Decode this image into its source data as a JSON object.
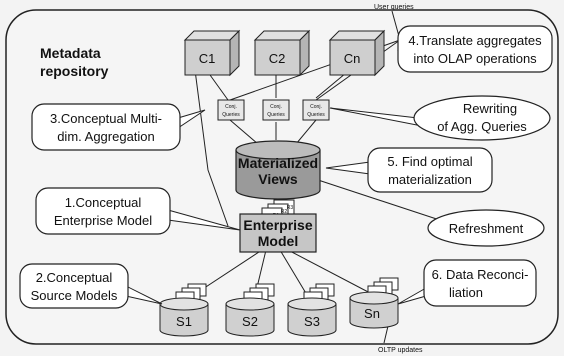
{
  "repository": {
    "title_line1": "Metadata",
    "title_line2": "repository"
  },
  "top_labels": {
    "user_queries": "User queries",
    "oltp_updates": "OLTP updates"
  },
  "cubes": [
    "C1",
    "C2",
    "Cn"
  ],
  "conj_queries": [
    {
      "line1": "Conj.",
      "line2": "Queries"
    },
    {
      "line1": "Conj.",
      "line2": "Queries"
    },
    {
      "line1": "Conj.",
      "line2": "Queries"
    }
  ],
  "materialized_views": {
    "line1": "Materialized",
    "line2": "Views"
  },
  "enterprise_model": {
    "line1": "Enterprise",
    "line2": "Model"
  },
  "sources": [
    "S1",
    "S2",
    "S3",
    "Sn"
  ],
  "callouts": {
    "translate": {
      "line1": "4.Translate aggregates",
      "line2": "into OLAP operations"
    },
    "aggregation": {
      "line1": "3.Conceptual Multi-",
      "line2": "dim. Aggregation"
    },
    "rewriting": {
      "line1": "Rewriting",
      "line2": "of Agg. Queries"
    },
    "optimal": {
      "line1": "5. Find optimal",
      "line2": "materialization"
    },
    "enterprise": {
      "line1": "1.Conceptual",
      "line2": "Enterprise Model"
    },
    "refreshment": "Refreshment",
    "source_models": {
      "line1": "2.Conceptual",
      "line2": "Source Models"
    },
    "reconciliation": {
      "line1": "6. Data Reconci-",
      "line2": "liation"
    }
  },
  "page_stack_labels": [
    "R3",
    "R2",
    "R1"
  ]
}
